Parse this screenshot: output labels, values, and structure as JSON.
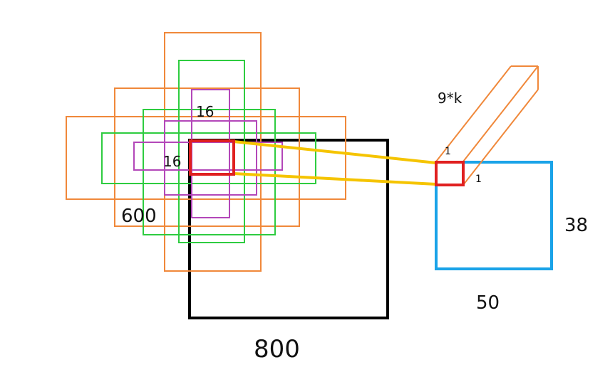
{
  "labels": {
    "image_width": "800",
    "image_height": "600",
    "kernel_w": "16",
    "kernel_h": "16",
    "feature_w": "50",
    "feature_h": "38",
    "depth": "9*k",
    "cell_w": "1",
    "cell_h": "1"
  },
  "colors": {
    "image": "#000000",
    "anchor_large": "#f0883a",
    "anchor_medium": "#2ecc40",
    "anchor_small": "#b347b9",
    "cell": "#e02020",
    "projection": "#f5c400",
    "feature_map": "#1aa3e8",
    "output_prism": "#f0883a"
  }
}
